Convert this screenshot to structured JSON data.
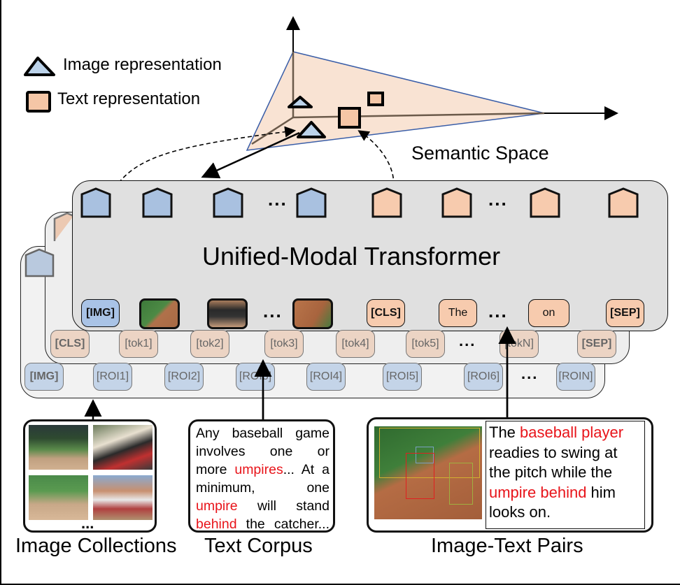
{
  "legend": {
    "image_label": "Image representation",
    "text_label": "Text representation"
  },
  "semantic_space": {
    "label": "Semantic Space"
  },
  "transformer": {
    "title": "Unified-Modal Transformer",
    "front_inputs": {
      "image_tokens": [
        "[IMG]"
      ],
      "text_tokens": [
        "[CLS]",
        "The",
        "on",
        "[SEP]"
      ],
      "ellipsis": "..."
    },
    "middle_tokens": [
      "[CLS]",
      "[tok1]",
      "[tok2]",
      "[tok3]",
      "[tok4]",
      "[tok5]",
      "...",
      "[tokN]",
      "[SEP]"
    ],
    "back_tokens": [
      "[IMG]",
      "[ROI1]",
      "[ROI2]",
      "[ROI3]",
      "[ROI4]",
      "[ROI5]",
      "[ROI6]",
      "...",
      "[ROIN]"
    ],
    "output_ellipsis": "..."
  },
  "sources": {
    "image_collections": {
      "caption": "Image Collections",
      "ellipsis": "..."
    },
    "text_corpus": {
      "caption": "Text Corpus",
      "lines": [
        [
          {
            "t": "Any baseball game",
            "hl": false
          }
        ],
        [
          {
            "t": "involves one or",
            "hl": false
          }
        ],
        [
          {
            "t": "more ",
            "hl": false
          },
          {
            "t": "umpires",
            "hl": true
          },
          {
            "t": "... At a",
            "hl": false
          }
        ],
        [
          {
            "t": "minimum, one",
            "hl": false
          }
        ],
        [
          {
            "t": "umpire",
            "hl": true
          },
          {
            "t": " will stand",
            "hl": false
          }
        ],
        [
          {
            "t": "behind",
            "hl": true
          },
          {
            "t": " the catcher...",
            "hl": false
          }
        ]
      ]
    },
    "image_text_pairs": {
      "caption": "Image-Text Pairs",
      "segments": [
        {
          "t": "The ",
          "hl": false
        },
        {
          "t": "baseball player",
          "hl": true
        },
        {
          "t": " readies to swing at the pitch while the ",
          "hl": false
        },
        {
          "t": "umpire behind",
          "hl": true
        },
        {
          "t": " him looks on.",
          "hl": false
        }
      ]
    }
  },
  "colors": {
    "image_fill": "#a9c3e6",
    "text_fill": "#f7cbae",
    "highlight": "#e8141a"
  }
}
